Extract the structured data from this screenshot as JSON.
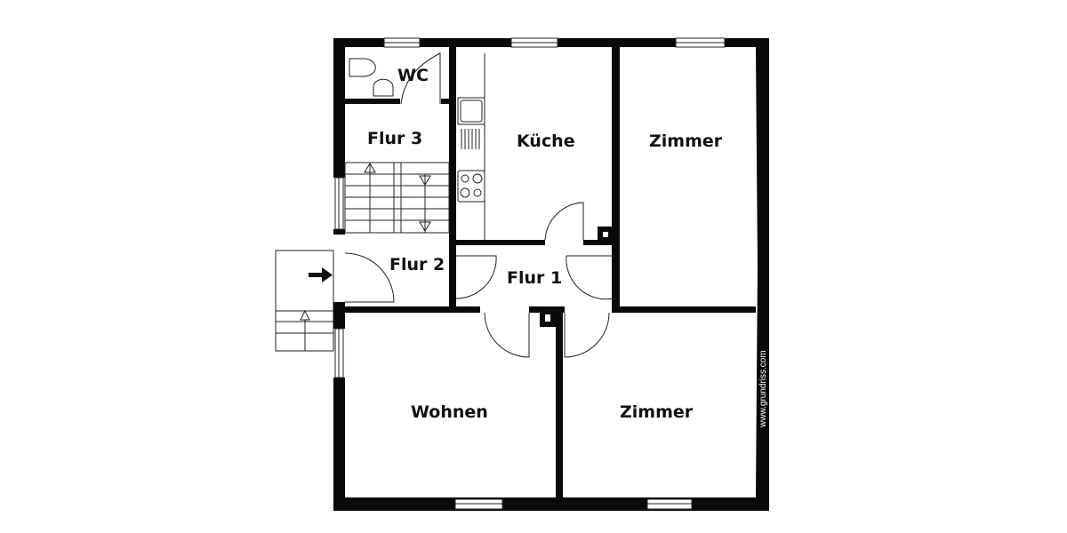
{
  "rooms": {
    "wc": "WC",
    "flur3": "Flur 3",
    "kueche": "Küche",
    "zimmer_north": "Zimmer",
    "flur2": "Flur 2",
    "flur1": "Flur 1",
    "wohnen": "Wohnen",
    "zimmer_south": "Zimmer"
  },
  "watermark": "www.grundriss.com",
  "colors": {
    "wall": "#0a0a0a",
    "background": "#ffffff"
  }
}
